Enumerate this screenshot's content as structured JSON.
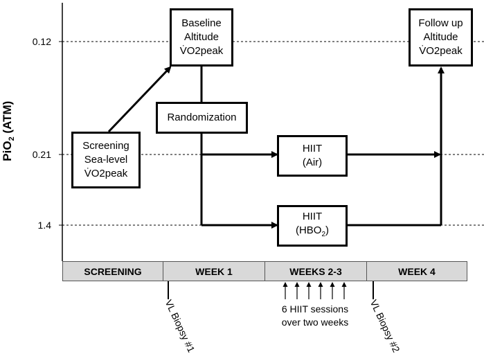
{
  "y_axis": {
    "label": "PiO",
    "label_sub": "2",
    "label_unit": " (ATM)",
    "ticks": [
      "0.12",
      "0.21",
      "1.4"
    ]
  },
  "boxes": {
    "baseline": [
      "Baseline",
      "Altitude",
      "V̇O2peak"
    ],
    "followup": [
      "Follow up",
      "Altitude",
      "V̇O2peak"
    ],
    "screening": [
      "Screening",
      "Sea-level",
      "V̇O2peak"
    ],
    "randomization": "Randomization",
    "hiit_air": [
      "HIIT",
      "(Air)"
    ],
    "hiit_hbo": {
      "line1": "HIIT",
      "line2_prefix": "(HBO",
      "line2_sub": "2",
      "line2_suffix": ")"
    }
  },
  "timeline": [
    "SCREENING",
    "WEEK 1",
    "WEEKS 2-3",
    "WEEK 4"
  ],
  "annotations": {
    "biopsy1": "VL Biopsy #1",
    "biopsy2": "VL Biopsy #2",
    "sessions": [
      "6 HIIT sessions",
      "over two weeks"
    ],
    "session_arrow_count": 6
  }
}
